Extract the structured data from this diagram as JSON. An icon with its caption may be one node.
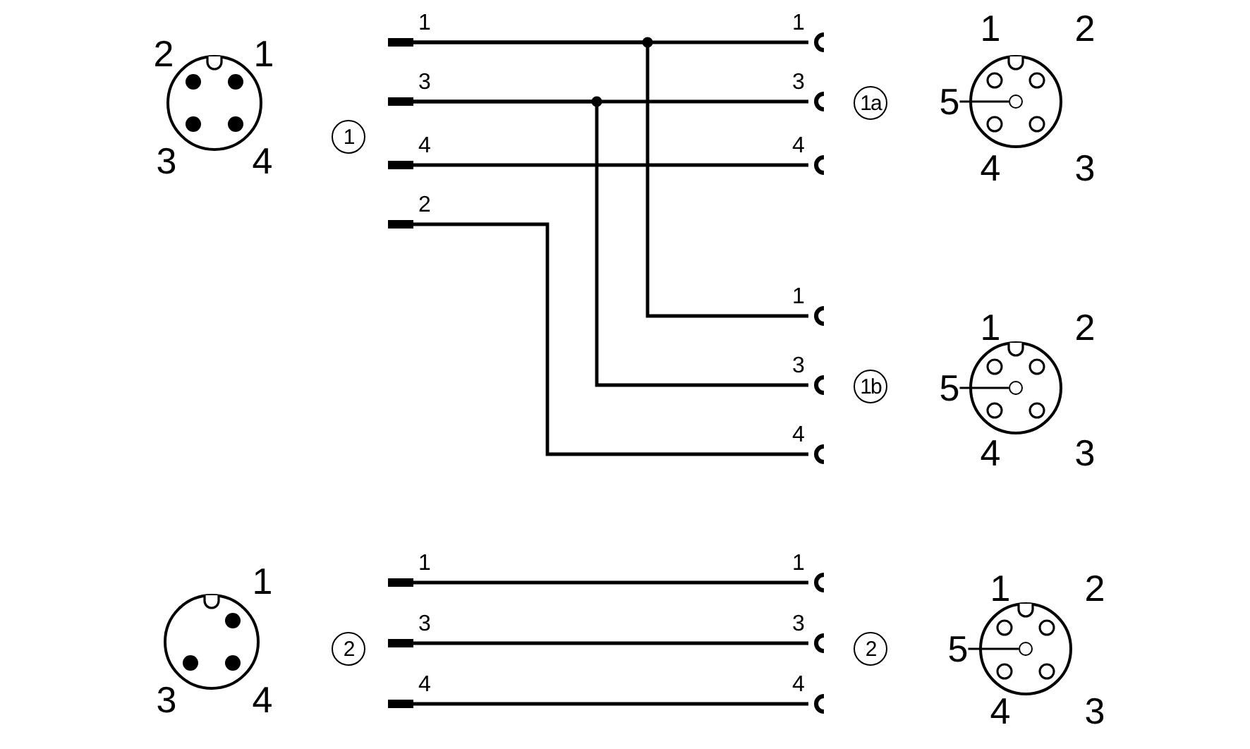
{
  "diagram": {
    "nodes": [
      {
        "text": [],
        "shape": "bar",
        "beside": [
          "1"
        ]
      },
      {
        "text": [],
        "shape": "bar",
        "beside": [
          "3"
        ]
      },
      {
        "text": [],
        "shape": "bar",
        "beside": [
          "4"
        ]
      },
      {
        "text": [],
        "shape": "bar",
        "beside": [
          "2"
        ]
      },
      {
        "text": [],
        "shape": "socket",
        "beside": [
          "1"
        ]
      },
      {
        "text": [],
        "shape": "socket",
        "beside": [
          "3"
        ]
      },
      {
        "text": [],
        "shape": "socket",
        "beside": [
          "4"
        ]
      },
      {
        "text": [],
        "shape": "socket",
        "beside": [
          "1"
        ]
      },
      {
        "text": [],
        "shape": "socket",
        "beside": [
          "3"
        ]
      },
      {
        "text": [],
        "shape": "socket",
        "beside": [
          "4"
        ]
      },
      {
        "text": [],
        "shape": "bar",
        "beside": [
          "1"
        ]
      },
      {
        "text": [],
        "shape": "bar",
        "beside": [
          "3"
        ]
      },
      {
        "text": [],
        "shape": "bar",
        "beside": [
          "4"
        ]
      },
      {
        "text": [],
        "shape": "socket",
        "beside": [
          "1"
        ]
      },
      {
        "text": [],
        "shape": "socket",
        "beside": [
          "3"
        ]
      },
      {
        "text": [],
        "shape": "socket",
        "beside": [
          "4"
        ]
      },
      {
        "text": [
          "5"
        ]
      },
      {
        "text": [],
        "shape": "circle"
      },
      {
        "text": [
          "5"
        ]
      },
      {
        "text": [],
        "shape": "circle"
      },
      {
        "text": [
          "5"
        ]
      },
      {
        "text": [],
        "shape": "circle"
      }
    ],
    "edges": [
      {
        "from": 0,
        "to": 4,
        "arrow": "none"
      },
      {
        "from": 0,
        "to": 7,
        "arrow": "none"
      },
      {
        "from": 1,
        "to": 5,
        "arrow": "none"
      },
      {
        "from": 1,
        "to": 8,
        "arrow": "none"
      },
      {
        "from": 2,
        "to": 6,
        "arrow": "none"
      },
      {
        "from": 3,
        "to": 9,
        "arrow": "none"
      },
      {
        "from": 10,
        "to": 13,
        "arrow": "none"
      },
      {
        "from": 11,
        "to": 14,
        "arrow": "none"
      },
      {
        "from": 12,
        "to": 15,
        "arrow": "none"
      },
      {
        "from": 16,
        "to": 17,
        "arrow": "none"
      },
      {
        "from": 18,
        "to": 19,
        "arrow": "none"
      },
      {
        "from": 20,
        "to": 21,
        "arrow": "none"
      }
    ],
    "labels": [
      "2",
      "1",
      "3",
      "4",
      "1",
      "1",
      "2",
      "4",
      "3",
      "1a",
      "1b",
      "1",
      "2",
      "4",
      "3",
      "1",
      "3",
      "4",
      "2",
      "2",
      "1",
      "2",
      "4",
      "3"
    ]
  }
}
